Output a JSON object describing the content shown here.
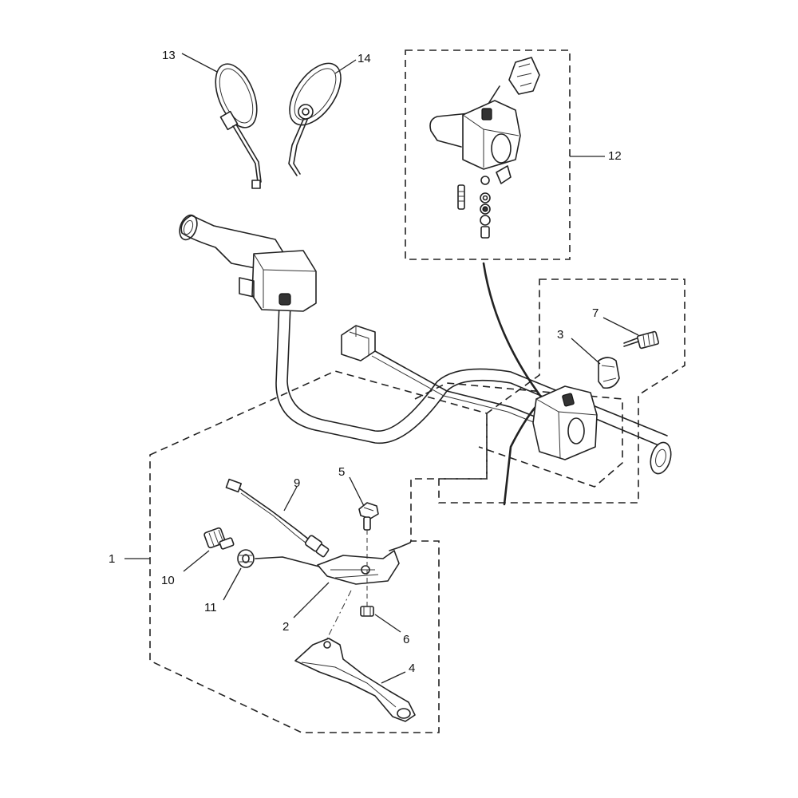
{
  "callouts": {
    "c1": "1",
    "c2": "2",
    "c3": "3",
    "c4": "4",
    "c5": "5",
    "c6": "6",
    "c7": "7",
    "c9": "9",
    "c10": "10",
    "c11": "11",
    "c12": "12",
    "c13": "13",
    "c14": "14"
  }
}
